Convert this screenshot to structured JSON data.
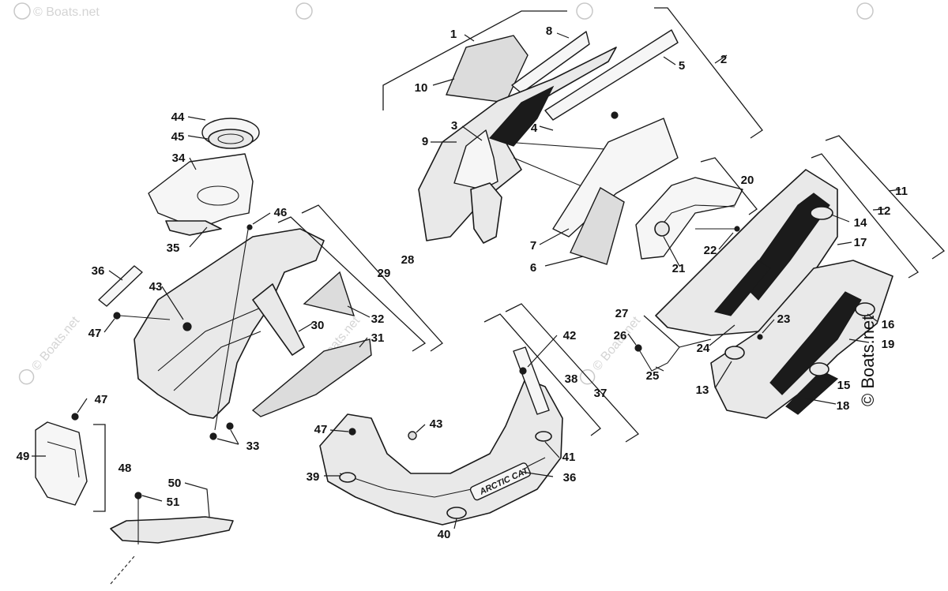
{
  "diagram": {
    "watermark_text": "© Boats.net",
    "copyright_text": "© Boats.net",
    "brand_decal_text": "ARCTIC CAT",
    "callouts": [
      "1",
      "2",
      "3",
      "4",
      "5",
      "6",
      "7",
      "8",
      "9",
      "10",
      "11",
      "12",
      "13",
      "14",
      "15",
      "16",
      "17",
      "18",
      "19",
      "20",
      "21",
      "22",
      "23",
      "24",
      "25",
      "26",
      "27",
      "28",
      "29",
      "30",
      "31",
      "32",
      "33",
      "34",
      "35",
      "36",
      "36",
      "37",
      "38",
      "39",
      "40",
      "41",
      "42",
      "43",
      "43",
      "44",
      "45",
      "46",
      "47",
      "47",
      "47",
      "48",
      "49",
      "50",
      "51"
    ]
  }
}
